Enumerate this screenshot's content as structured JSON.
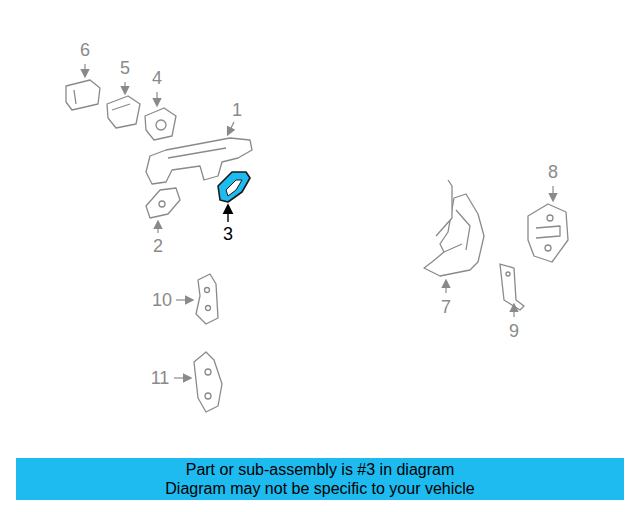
{
  "diagram": {
    "nodes": [
      {
        "text": [
          "Part or sub-assembly is #3 in diagram",
          "Diagram may not be specific to your vehicle"
        ]
      }
    ],
    "labels": [
      "6",
      "5",
      "4",
      "1",
      "8",
      "3",
      "2",
      "7",
      "9",
      "10",
      "11"
    ]
  }
}
